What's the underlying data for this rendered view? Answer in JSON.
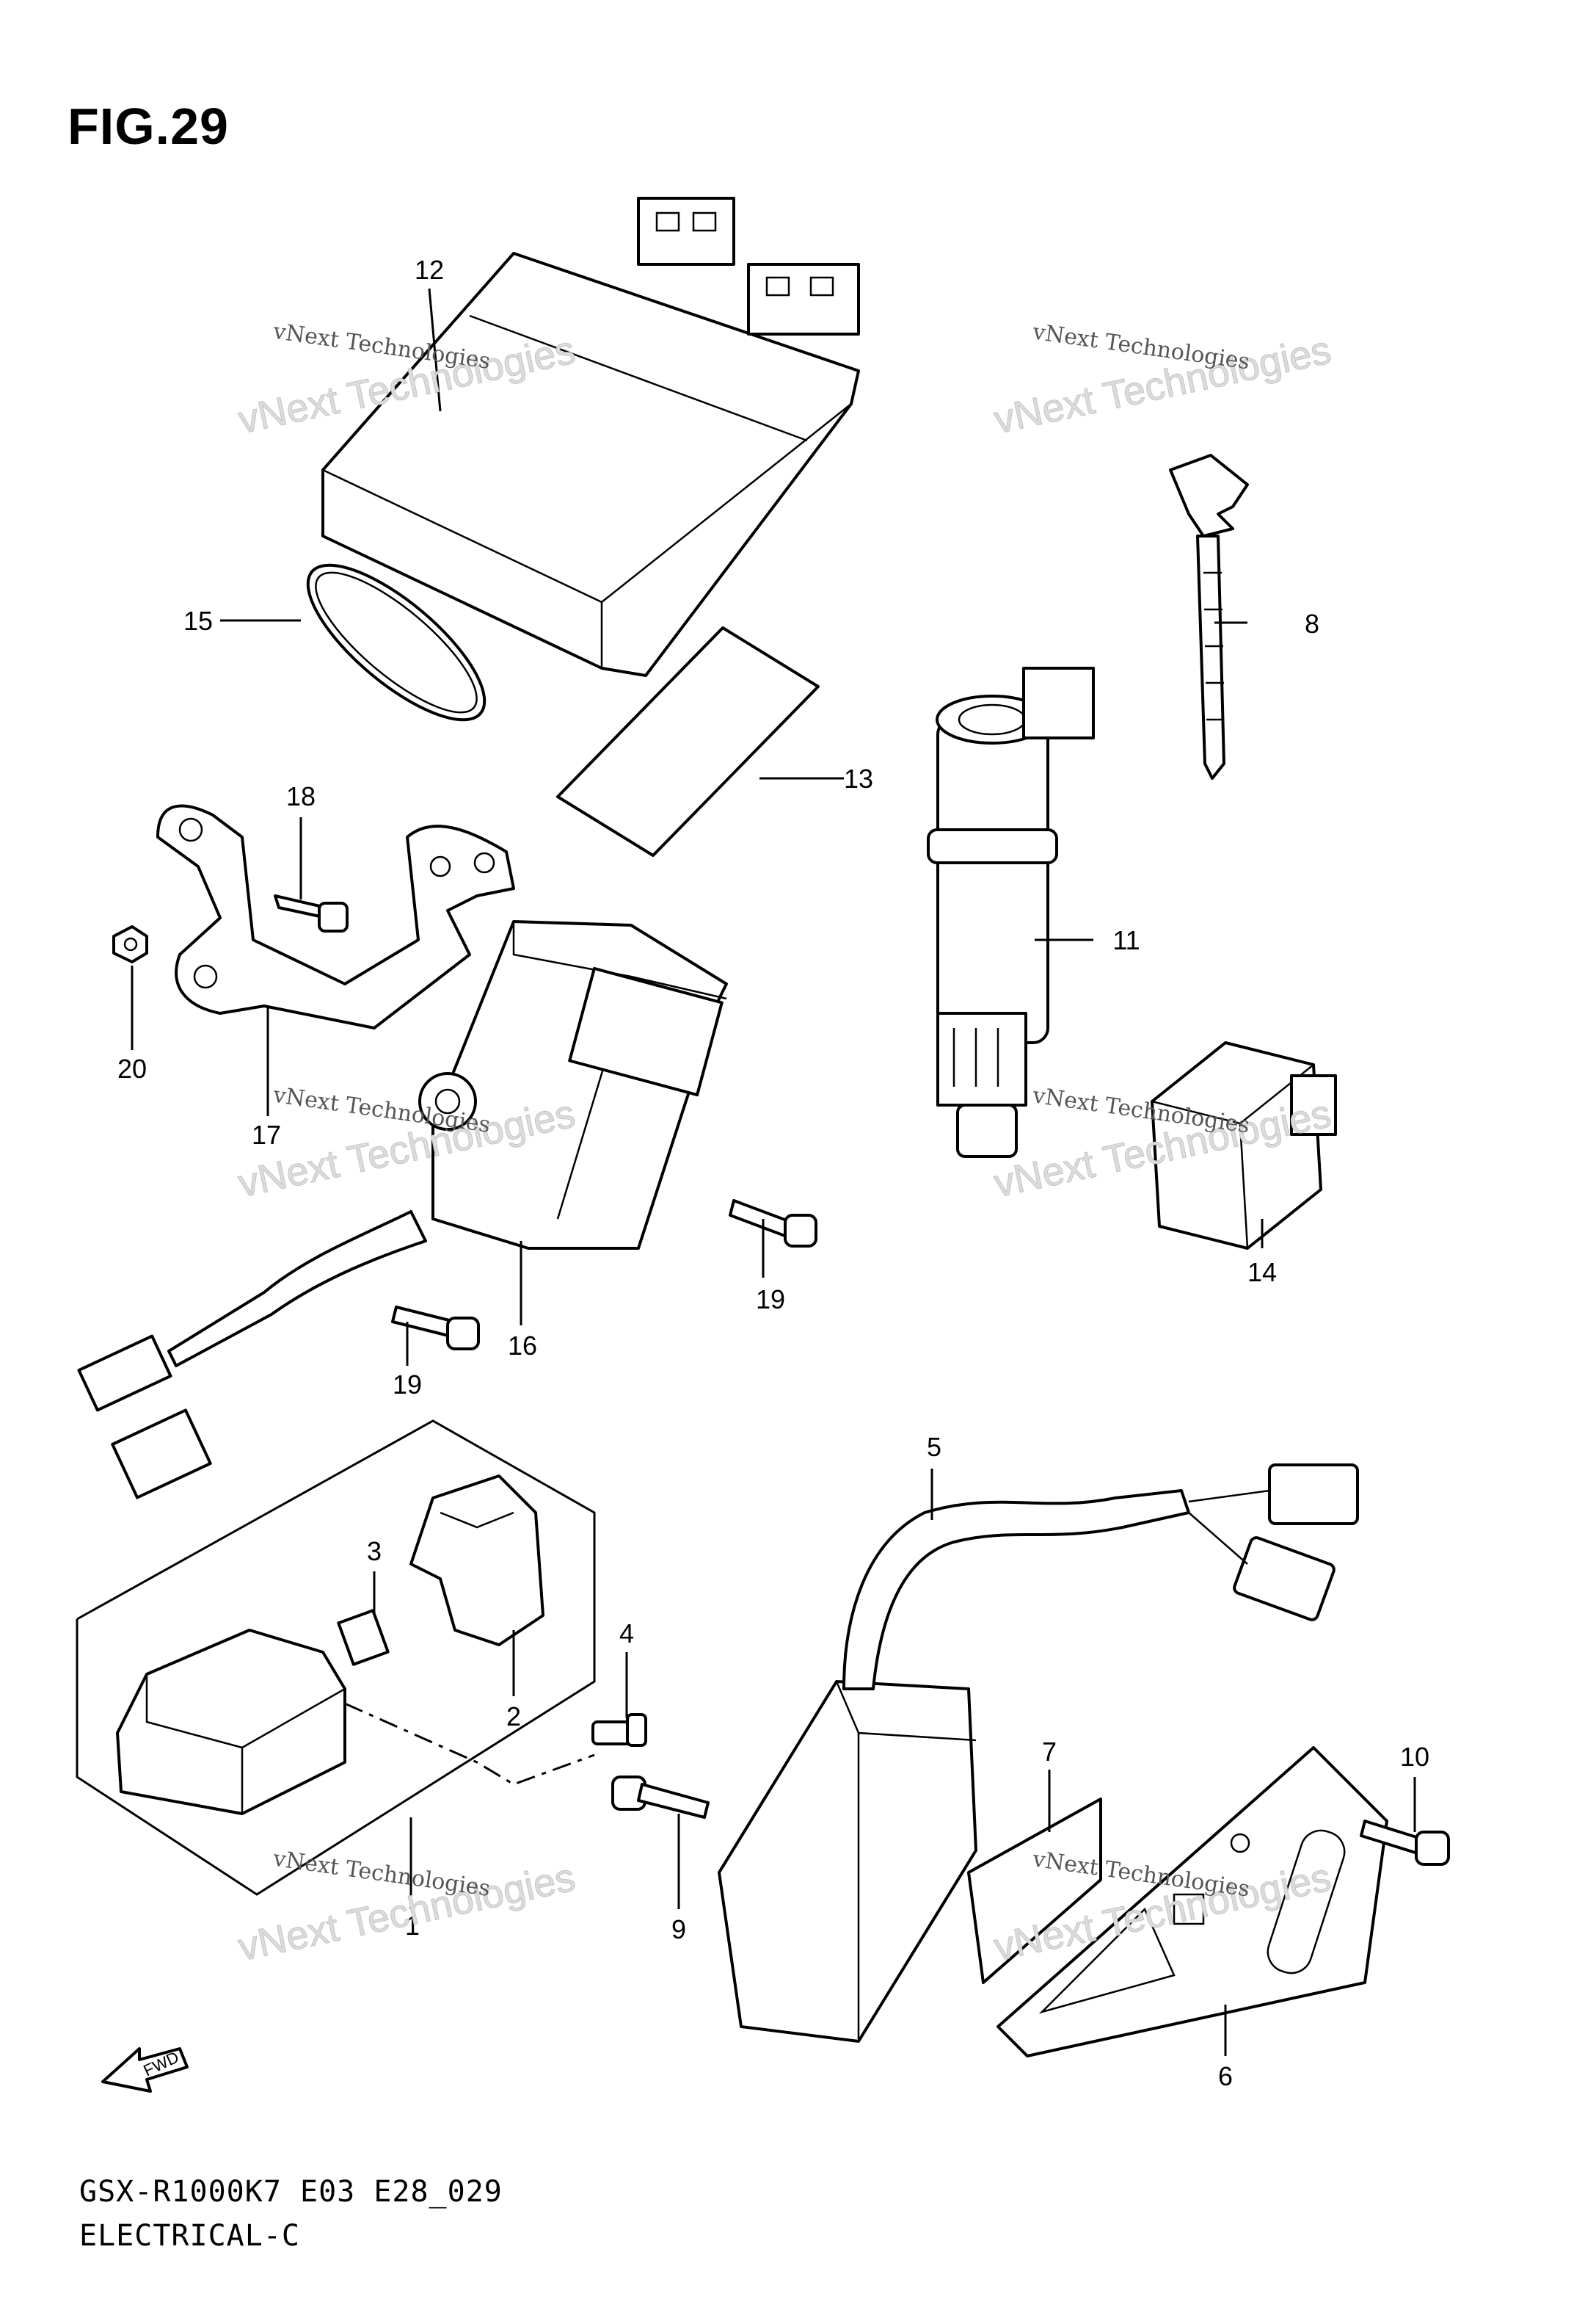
{
  "figure": {
    "title": "FIG.29",
    "footer_model": "GSX-R1000K7 E03 E28_029",
    "footer_section": "ELECTRICAL-C"
  },
  "watermark": {
    "line1": "vNext Technologies",
    "line2": "vNext Technologies"
  },
  "callouts": [
    {
      "id": "1",
      "label": "1"
    },
    {
      "id": "2",
      "label": "2"
    },
    {
      "id": "3",
      "label": "3"
    },
    {
      "id": "4",
      "label": "4"
    },
    {
      "id": "5",
      "label": "5"
    },
    {
      "id": "6",
      "label": "6"
    },
    {
      "id": "7",
      "label": "7"
    },
    {
      "id": "8",
      "label": "8"
    },
    {
      "id": "9",
      "label": "9"
    },
    {
      "id": "10",
      "label": "10"
    },
    {
      "id": "11",
      "label": "11"
    },
    {
      "id": "12",
      "label": "12"
    },
    {
      "id": "13",
      "label": "13"
    },
    {
      "id": "14",
      "label": "14"
    },
    {
      "id": "15",
      "label": "15"
    },
    {
      "id": "16",
      "label": "16"
    },
    {
      "id": "17",
      "label": "17"
    },
    {
      "id": "18",
      "label": "18"
    },
    {
      "id": "19a",
      "label": "19"
    },
    {
      "id": "19b",
      "label": "19"
    },
    {
      "id": "20",
      "label": "20"
    }
  ],
  "fwd_label": "FWD"
}
